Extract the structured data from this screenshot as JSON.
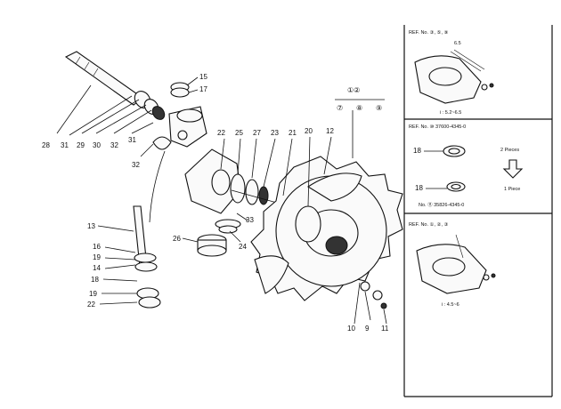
{
  "main_labels": [
    "28",
    "31",
    "29",
    "30",
    "32",
    "31",
    "32",
    "15",
    "17",
    "22",
    "25",
    "27",
    "23",
    "21",
    "20",
    "12",
    "9",
    "10",
    "11",
    "13",
    "16",
    "19",
    "14",
    "18",
    "19",
    "22",
    "26",
    "24",
    "33"
  ],
  "group_header": "①②",
  "group_sub": [
    "⑦",
    "⑧",
    "⑨"
  ],
  "panel1": {
    "title": "REF. No. ③, ⑤, ⑨",
    "caption": "i : 5.2~6.5",
    "small_label": "6.5"
  },
  "panel2": {
    "title": "REF. No. ⑩ 37600-4345-0",
    "part_label_a": "18",
    "part_label_b": "18",
    "note_a": "2 Pieces",
    "note_b": "1 Piece",
    "ref_b": "No. ⑪ 35826-4345-0"
  },
  "panel3": {
    "title": "REF. No. ①, ②, ③",
    "caption": "i : 4.5~6"
  },
  "colors": {
    "ink": "#111111",
    "paper": "#ffffff",
    "fill": "#fafafa"
  },
  "icons": [
    "down-arrow-icon"
  ]
}
